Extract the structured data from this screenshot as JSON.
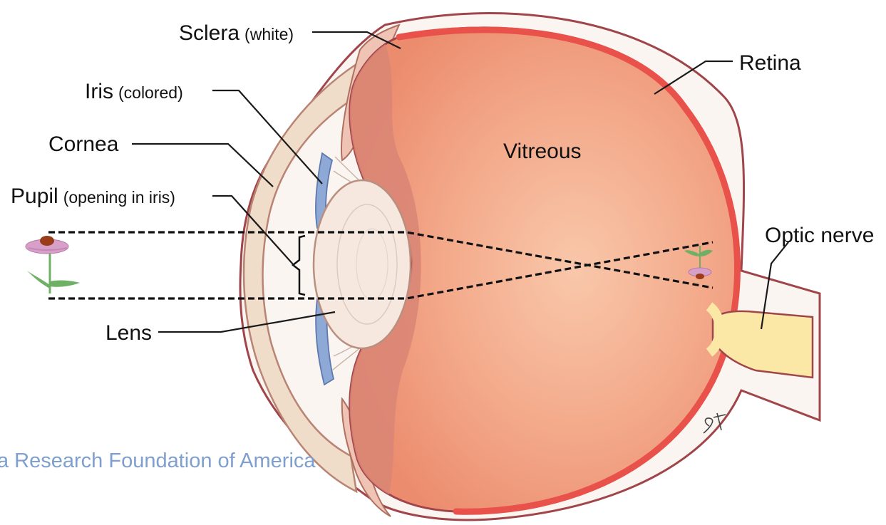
{
  "labels": {
    "sclera": {
      "name": "Sclera",
      "note": "(white)"
    },
    "iris": {
      "name": "Iris",
      "note": "(colored)"
    },
    "cornea": {
      "name": "Cornea"
    },
    "pupil": {
      "name": "Pupil",
      "note": "(opening in iris)"
    },
    "lens": {
      "name": "Lens"
    },
    "vitreous": {
      "name": "Vitreous"
    },
    "retina": {
      "name": "Retina"
    },
    "optic_nerve": {
      "name": "Optic nerve"
    }
  },
  "credit": "a Research Foundation of America",
  "signature": "ST",
  "colors": {
    "vitreous_light": "#f7c3a6",
    "vitreous_dark": "#ee8c6e",
    "retina": "#e8524a",
    "sclera": "#f3e2d8",
    "outline": "#a0454a",
    "cornea": "#efdcc9",
    "iris": "#8fa9d6",
    "lens": "#f6e7df",
    "optic_nerve": "#fbe7a6",
    "credit": "#7f9fcf"
  }
}
